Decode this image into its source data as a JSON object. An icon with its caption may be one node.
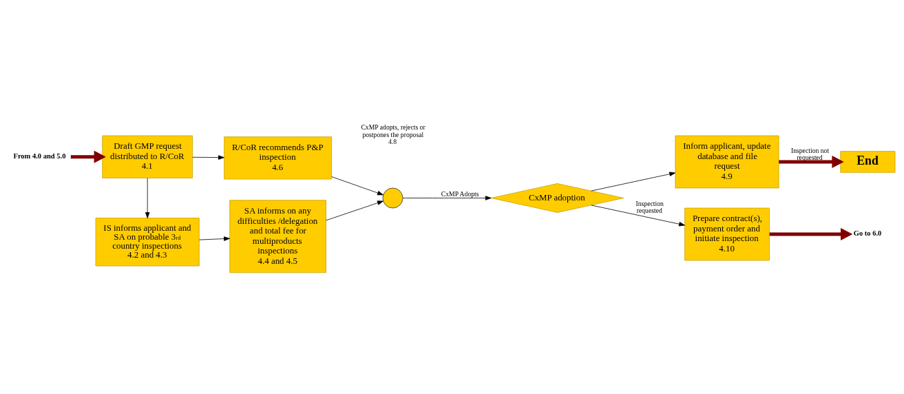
{
  "diagram": {
    "nodes": [
      {
        "text": [
          "From 4.0 and 5.0"
        ]
      },
      {
        "text": [
          "Draft GMP request distributed to R/CoR",
          "4.1"
        ]
      },
      {
        "text": [
          "R/CoR recommends P&P inspection",
          "4.6"
        ]
      },
      {
        "text": [],
        "shape": "circle",
        "beside": [
          "CxMP adopts, rejects or postpones the proposal",
          "4.8"
        ]
      },
      {
        "text": [
          "CxMP adoption"
        ]
      },
      {
        "text": [
          "Inform applicant, update database and file request",
          "4.9"
        ]
      },
      {
        "text": [
          "End"
        ]
      },
      {
        "text": [
          "IS informs applicant and SA on probable 3$^{rd}$ country inspections",
          "4.2 and 4.3"
        ]
      },
      {
        "text": [
          "SA informs on any difficulties /delegation and total fee for multiproducts inspections",
          "4.4 and 4.5"
        ]
      },
      {
        "text": [
          "Prepare contract(s), payment order and initiate inspection",
          "4.10"
        ]
      },
      {
        "text": [
          "Go to 6.0"
        ]
      }
    ],
    "edges": [
      {
        "from": 0,
        "to": 1,
        "arrow": "to",
        "style": "thick",
        "color": "#800000"
      },
      {
        "from": 1,
        "to": 2,
        "arrow": "to"
      },
      {
        "from": 1,
        "to": 7,
        "arrow": "to"
      },
      {
        "from": 7,
        "to": 8,
        "arrow": "to"
      },
      {
        "from": 2,
        "to": 3,
        "arrow": "to"
      },
      {
        "from": 8,
        "to": 3,
        "arrow": "to"
      },
      {
        "from": 3,
        "to": 4,
        "arrow": "to",
        "label": "CxMP Adopts"
      },
      {
        "from": 4,
        "to": 5,
        "arrow": "to"
      },
      {
        "from": 5,
        "to": 6,
        "arrow": "to",
        "label": "Inspection not requested",
        "style": "thick",
        "color": "#800000"
      },
      {
        "from": 4,
        "to": 9,
        "arrow": "to",
        "label": "Inspection requested"
      },
      {
        "from": 9,
        "to": 10,
        "arrow": "to",
        "style": "thick",
        "color": "#800000"
      }
    ]
  }
}
